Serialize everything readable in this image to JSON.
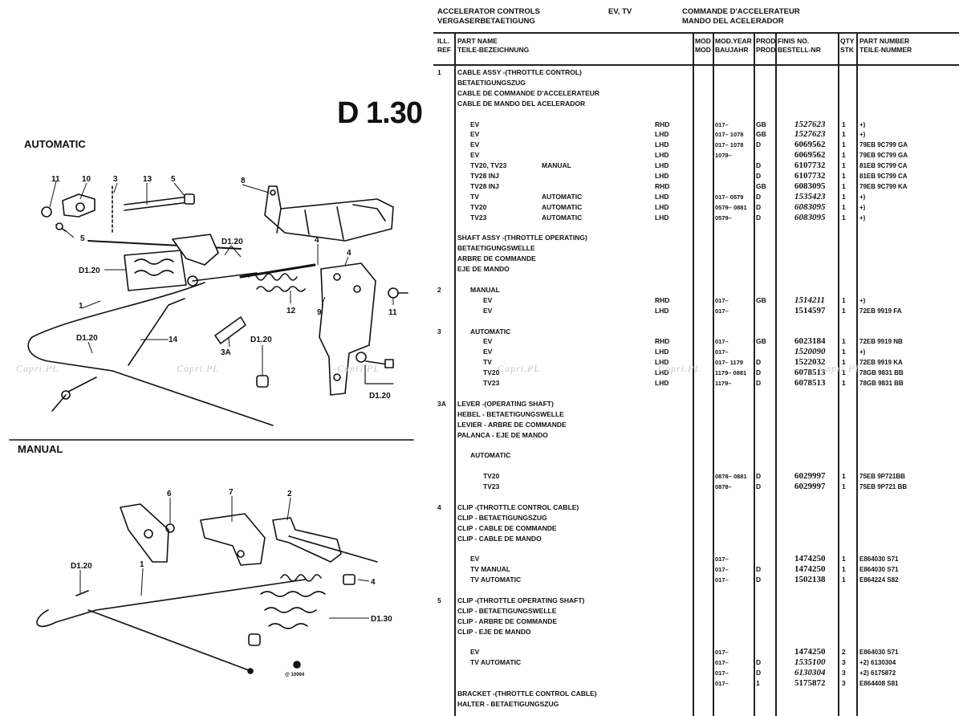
{
  "header": {
    "en": "ACCELERATOR CONTROLS",
    "de": "VERGASERBETAETIGUNG",
    "models": "EV, TV",
    "fr": "COMMANDE D'ACCELERATEUR",
    "es": "MANDO DEL ACELERADOR"
  },
  "page_code": "D 1.30",
  "diagram": {
    "section_automatic": "AUTOMATIC",
    "section_manual": "MANUAL",
    "callouts_auto": [
      "11",
      "10",
      "3",
      "13",
      "5",
      "8",
      "5",
      "D1.20",
      "4",
      "4",
      "D1.20",
      "1",
      "12",
      "9",
      "11",
      "D1.20",
      "14",
      "D1.20",
      "3A",
      "D1.20"
    ],
    "callouts_manual": [
      "6",
      "7",
      "2",
      "D1.20",
      "1",
      "4",
      "D1.30"
    ],
    "ref_code": "@ 10094"
  },
  "watermark": "Capri.PL",
  "columns": {
    "ill_ref": [
      "ILL.",
      "REF"
    ],
    "part_name": [
      "PART NAME",
      "TEILE-BEZEICHNUNG"
    ],
    "mod": [
      "MOD",
      "MOD"
    ],
    "mod_year": [
      "MOD.YEAR",
      "BAUJAHR"
    ],
    "prod": [
      "PROD",
      "PROD"
    ],
    "finis": [
      "FINIS NO.",
      "BESTELL-NR"
    ],
    "qty": [
      "QTY",
      "STK"
    ],
    "part_number": [
      "PART NUMBER",
      "TEILE-NUMMER"
    ]
  },
  "rows": [
    {
      "ref": "1",
      "name": "CABLE ASSY -(THROTTLE CONTROL)",
      "indent": 0
    },
    {
      "name": "BETAETIGUNGSZUG",
      "indent": 0
    },
    {
      "name": "CABLE DE COMMANDE D'ACCELERATEUR",
      "indent": 0
    },
    {
      "name": "CABLE DE MANDO DEL ACELERADOR",
      "indent": 0
    },
    {
      "gap": 1
    },
    {
      "name": "EV",
      "indent": 1,
      "mod": "RHD",
      "year": "017–",
      "prod": "GB",
      "finis": "1527623",
      "qty": "1",
      "part": "+)",
      "italic": true
    },
    {
      "name": "EV",
      "indent": 1,
      "mod": "LHD",
      "year": "017– 1078",
      "prod": "GB",
      "finis": "1527623",
      "qty": "1",
      "part": "+)",
      "italic": true
    },
    {
      "name": "EV",
      "indent": 1,
      "mod": "LHD",
      "year": "017– 1078",
      "prod": "D",
      "finis": "6069562",
      "qty": "1",
      "part": "79EB 9C799 GA"
    },
    {
      "name": "EV",
      "indent": 1,
      "mod": "LHD",
      "year": "1078–",
      "prod": "",
      "finis": "6069562",
      "qty": "1",
      "part": "79EB 9C799 GA"
    },
    {
      "name": "TV20, TV23",
      "indent": 1,
      "extra": "MANUAL",
      "mod": "LHD",
      "year": "",
      "prod": "D",
      "finis": "6107732",
      "qty": "1",
      "part": "81EB 9C799 CA"
    },
    {
      "name": "TV28 INJ",
      "indent": 1,
      "mod": "LHD",
      "year": "",
      "prod": "D",
      "finis": "6107732",
      "qty": "1",
      "part": "81EB 9C799 CA"
    },
    {
      "name": "TV28 INJ",
      "indent": 1,
      "mod": "RHD",
      "year": "",
      "prod": "GB",
      "finis": "6083095",
      "qty": "1",
      "part": "79EB 9C799 KA"
    },
    {
      "name": "TV",
      "indent": 1,
      "extra": "AUTOMATIC",
      "mod": "LHD",
      "year": "017– 0579",
      "prod": "D",
      "finis": "1535423",
      "qty": "1",
      "part": "+)",
      "italic": true
    },
    {
      "name": "TV20",
      "indent": 1,
      "extra": "AUTOMATIC",
      "mod": "LHD",
      "year": "0579– 0881",
      "prod": "D",
      "finis": "6083095",
      "qty": "1",
      "part": "+)",
      "italic": true
    },
    {
      "name": "TV23",
      "indent": 1,
      "extra": "AUTOMATIC",
      "mod": "LHD",
      "year": "0579–",
      "prod": "D",
      "finis": "6083095",
      "qty": "1",
      "part": "+)",
      "italic": true
    },
    {
      "gap": 1
    },
    {
      "name": "SHAFT ASSY -(THROTTLE OPERATING)",
      "indent": 0
    },
    {
      "name": "BETAETIGUNGSWELLE",
      "indent": 0
    },
    {
      "name": "ARBRE DE COMMANDE",
      "indent": 0
    },
    {
      "name": "EJE DE MANDO",
      "indent": 0
    },
    {
      "gap": 1
    },
    {
      "ref": "2",
      "name": "MANUAL",
      "indent": 1
    },
    {
      "name": "EV",
      "indent": 2,
      "mod": "RHD",
      "year": "017–",
      "prod": "GB",
      "finis": "1514211",
      "qty": "1",
      "part": "+)",
      "italic": true
    },
    {
      "name": "EV",
      "indent": 2,
      "mod": "LHD",
      "year": "017–",
      "prod": "",
      "finis": "1514597",
      "qty": "1",
      "part": "72EB 9919 FA"
    },
    {
      "gap": 1
    },
    {
      "ref": "3",
      "name": "AUTOMATIC",
      "indent": 1
    },
    {
      "name": "EV",
      "indent": 2,
      "mod": "RHD",
      "year": "017–",
      "prod": "GB",
      "finis": "6023184",
      "qty": "1",
      "part": "72EB 9919 NB"
    },
    {
      "name": "EV",
      "indent": 2,
      "mod": "LHD",
      "year": "017–",
      "prod": "",
      "finis": "1520090",
      "qty": "1",
      "part": "+)",
      "italic": true
    },
    {
      "name": "TV",
      "indent": 2,
      "mod": "LHD",
      "year": "017– 1179",
      "prod": "D",
      "finis": "1522032",
      "qty": "1",
      "part": "72EB 9919 KA"
    },
    {
      "name": "TV20",
      "indent": 2,
      "mod": "LHD",
      "year": "1179– 0881",
      "prod": "D",
      "finis": "6078513",
      "qty": "1",
      "part": "78GB 9831 BB"
    },
    {
      "name": "TV23",
      "indent": 2,
      "mod": "LHD",
      "year": "1179–",
      "prod": "D",
      "finis": "6078513",
      "qty": "1",
      "part": "78GB 9831 BB"
    },
    {
      "gap": 1
    },
    {
      "ref": "3A",
      "name": "LEVER -(OPERATING SHAFT)",
      "indent": 0
    },
    {
      "name": "HEBEL - BETAETIGUNGSWELLE",
      "indent": 0
    },
    {
      "name": "LEVIER - ARBRE DE COMMANDE",
      "indent": 0
    },
    {
      "name": "PALANCA - EJE DE MANDO",
      "indent": 0
    },
    {
      "gap": 1
    },
    {
      "name": "AUTOMATIC",
      "indent": 1
    },
    {
      "gap": 1
    },
    {
      "name": "TV20",
      "indent": 2,
      "mod": "",
      "year": "0878– 0881",
      "prod": "D",
      "finis": "6029997",
      "qty": "1",
      "part": "75EB 9P721BB"
    },
    {
      "name": "TV23",
      "indent": 2,
      "mod": "",
      "year": "0878–",
      "prod": "D",
      "finis": "6029997",
      "qty": "1",
      "part": "75EB 9P721 BB"
    },
    {
      "gap": 1
    },
    {
      "ref": "4",
      "name": "CLIP -(THROTTLE CONTROL CABLE)",
      "indent": 0
    },
    {
      "name": "CLIP - BETAETIGUNGSZUG",
      "indent": 0
    },
    {
      "name": "CLIP - CABLE DE COMMANDE",
      "indent": 0
    },
    {
      "name": "CLIP - CABLE DE MANDO",
      "indent": 0
    },
    {
      "gap": 1
    },
    {
      "name": "EV",
      "indent": 1,
      "mod": "",
      "year": "017–",
      "prod": "",
      "finis": "1474250",
      "qty": "1",
      "part": "E864030 S71"
    },
    {
      "name": "TV MANUAL",
      "indent": 1,
      "mod": "",
      "year": "017–",
      "prod": "D",
      "finis": "1474250",
      "qty": "1",
      "part": "E864030 S71"
    },
    {
      "name": "TV AUTOMATIC",
      "indent": 1,
      "mod": "",
      "year": "017–",
      "prod": "D",
      "finis": "1502138",
      "qty": "1",
      "part": "E864224 S82"
    },
    {
      "gap": 1
    },
    {
      "ref": "5",
      "name": "CLIP -(THROTTLE OPERATING SHAFT)",
      "indent": 0
    },
    {
      "name": "CLIP - BETAETIGUNGSWELLE",
      "indent": 0
    },
    {
      "name": "CLIP - ARBRE DE COMMANDE",
      "indent": 0
    },
    {
      "name": "CLIP - EJE DE MANDO",
      "indent": 0
    },
    {
      "gap": 1
    },
    {
      "name": "EV",
      "indent": 1,
      "mod": "",
      "year": "017–",
      "prod": "",
      "finis": "1474250",
      "qty": "2",
      "part": "E864030 S71"
    },
    {
      "name": "TV AUTOMATIC",
      "indent": 1,
      "mod": "",
      "year": "017–",
      "prod": "D",
      "finis": "1535100",
      "qty": "3",
      "part": "+2) 6130304",
      "italic": true
    },
    {
      "name": "",
      "indent": 1,
      "mod": "",
      "year": "017–",
      "prod": "D",
      "finis": "6130304",
      "qty": "3",
      "part": "+2) 6175872",
      "italic": true
    },
    {
      "name": "",
      "indent": 1,
      "mod": "",
      "year": "017–",
      "prod": "1",
      "finis": "5175872",
      "qty": "3",
      "part": "E864408 S81"
    },
    {
      "name": "BRACKET -(THROTTLE CONTROL CABLE)",
      "indent": 0
    },
    {
      "name": "HALTER - BETAETIGUNGSZUG",
      "indent": 0
    }
  ]
}
